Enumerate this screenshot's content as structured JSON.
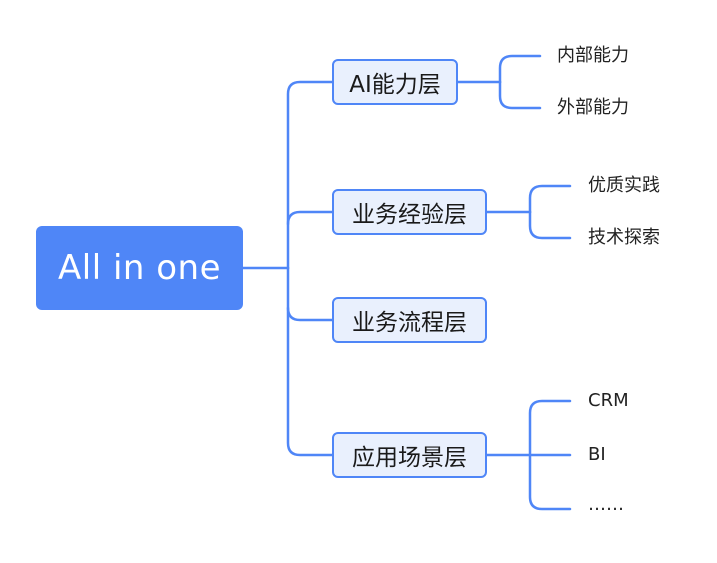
{
  "root": {
    "label": "All in one"
  },
  "layers": [
    {
      "label": "AI能力层",
      "children": [
        "内部能力",
        "外部能力"
      ]
    },
    {
      "label": "业务经验层",
      "children": [
        "优质实践",
        "技术探索"
      ]
    },
    {
      "label": "业务流程层",
      "children": []
    },
    {
      "label": "应用场景层",
      "children": [
        "CRM",
        "BI",
        "……"
      ]
    }
  ],
  "colors": {
    "accent": "#4f86f7",
    "node_fill": "#e9f0fd"
  }
}
